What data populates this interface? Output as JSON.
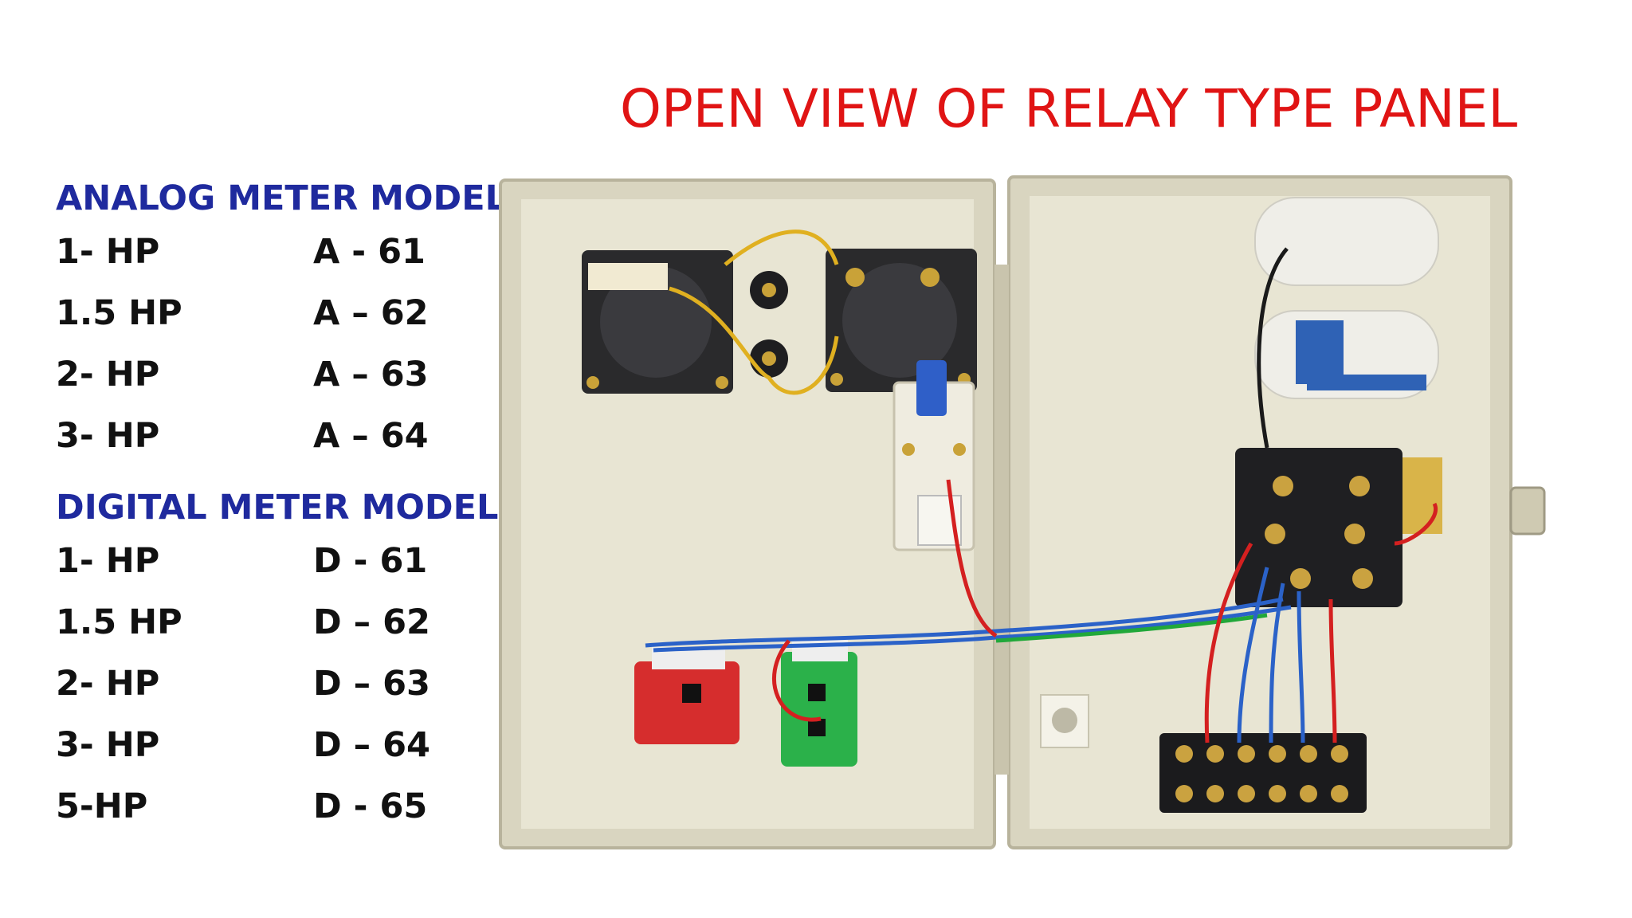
{
  "title": "OPEN VIEW OF RELAY TYPE PANEL",
  "analog": {
    "heading": "ANALOG METER MODEL",
    "rows": [
      {
        "hp": "1- HP",
        "code": "A - 61"
      },
      {
        "hp": "1.5 HP",
        "code": "A – 62"
      },
      {
        "hp": "2- HP",
        "code": "A – 63"
      },
      {
        "hp": "3- HP",
        "code": "A – 64"
      }
    ]
  },
  "digital": {
    "heading": "DIGITAL METER MODEL",
    "rows": [
      {
        "hp": "1- HP",
        "code": "D - 61"
      },
      {
        "hp": "1.5 HP",
        "code": "D – 62"
      },
      {
        "hp": "2- HP",
        "code": "D – 63"
      },
      {
        "hp": "3- HP",
        "code": "D – 64"
      },
      {
        "hp": "5-HP",
        "code": "D - 65"
      }
    ]
  },
  "colors": {
    "title": "#e01414",
    "heading": "#1f2a9e",
    "text": "#111111",
    "panel": "#e6e2cf",
    "wire_red": "#d42020",
    "wire_blue": "#2b62c8",
    "wire_yellow": "#e0b020",
    "wire_green": "#21a83a"
  }
}
